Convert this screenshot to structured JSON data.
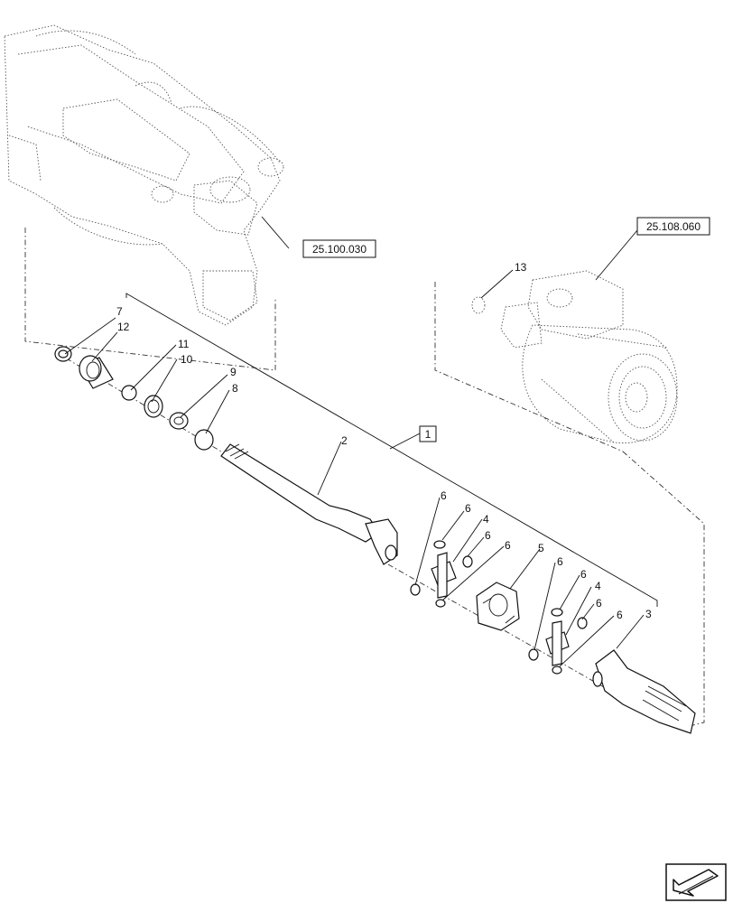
{
  "diagram": {
    "reference_boxes": {
      "axle_ref": "25.100.030",
      "hub_ref": "25.108.060",
      "assembly_ref": "1"
    },
    "callouts": {
      "c2": "2",
      "c3": "3",
      "c4a": "4",
      "c4b": "4",
      "c5": "5",
      "c6a": "6",
      "c6b": "6",
      "c6c": "6",
      "c6d": "6",
      "c6e": "6",
      "c6f": "6",
      "c6g": "6",
      "c6h": "6",
      "c7": "7",
      "c8": "8",
      "c9": "9",
      "c10": "10",
      "c11": "11",
      "c12": "12",
      "c13": "13"
    },
    "icons": {
      "nav": "next-page-arrow-icon"
    }
  }
}
